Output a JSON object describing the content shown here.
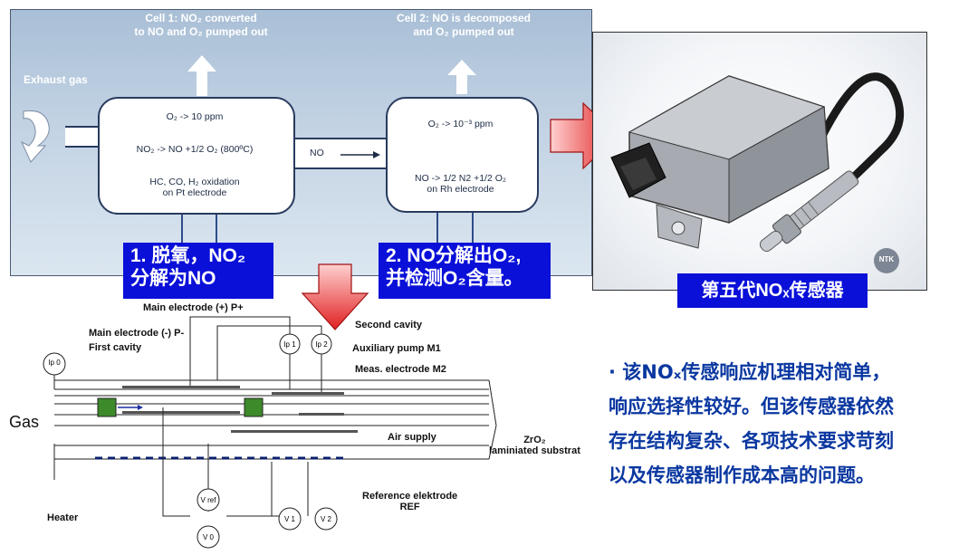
{
  "top": {
    "cell1_title": "Cell 1: NO₂ converted\nto NO and O₂ pumped out",
    "cell2_title": "Cell 2: NO is decomposed\nand O₂ pumped out",
    "exhaust_label": "Exhaust gas",
    "cell1_lines": [
      "O₂ -> 10 ppm",
      "NO₂ -> NO +1/2 O₂ (800ºC)",
      "HC, CO, H₂ oxidation\non Pt electrode"
    ],
    "flow_label": "NO",
    "cell2_lines": [
      "O₂ -> 10⁻³ ppm",
      "NO -> 1/2 N2 +1/2 O₂\non Rh electrode"
    ]
  },
  "callouts": {
    "step1": "1. 脱氧，NO₂\n分解为NO",
    "step2": "2. NO分解出O₂,\n并检测O₂含量。"
  },
  "sensor": {
    "label": "第五代NOₓ传感器",
    "brand": "NTK"
  },
  "diagram": {
    "main_electrode_pos": "Main electrode (+) P+",
    "main_electrode_neg": "Main electrode (-) P-",
    "first_cavity": "First cavity",
    "second_cavity": "Second cavity",
    "aux_pump": "Auxiliary pump M1",
    "meas_electrode": "Meas. electrode M2",
    "air_supply": "Air supply",
    "substrate": "ZrO₂\nlaminiated substrat",
    "gas": "Gas",
    "heater": "Heater",
    "reference": "Reference elektrode\nREF",
    "ip0": "Ip 0",
    "ip1": "Ip 1",
    "ip2": "Ip 2",
    "vref": "V ref",
    "v0": "V 0",
    "v1": "V 1",
    "v2": "V 2"
  },
  "description": "· 该NOₓ传感响应机理相对简单，\n响应选择性较好。但该传感器依然\n存在结构复杂、各项技术要求苛刻\n以及传感器制作成本高的问题。"
}
